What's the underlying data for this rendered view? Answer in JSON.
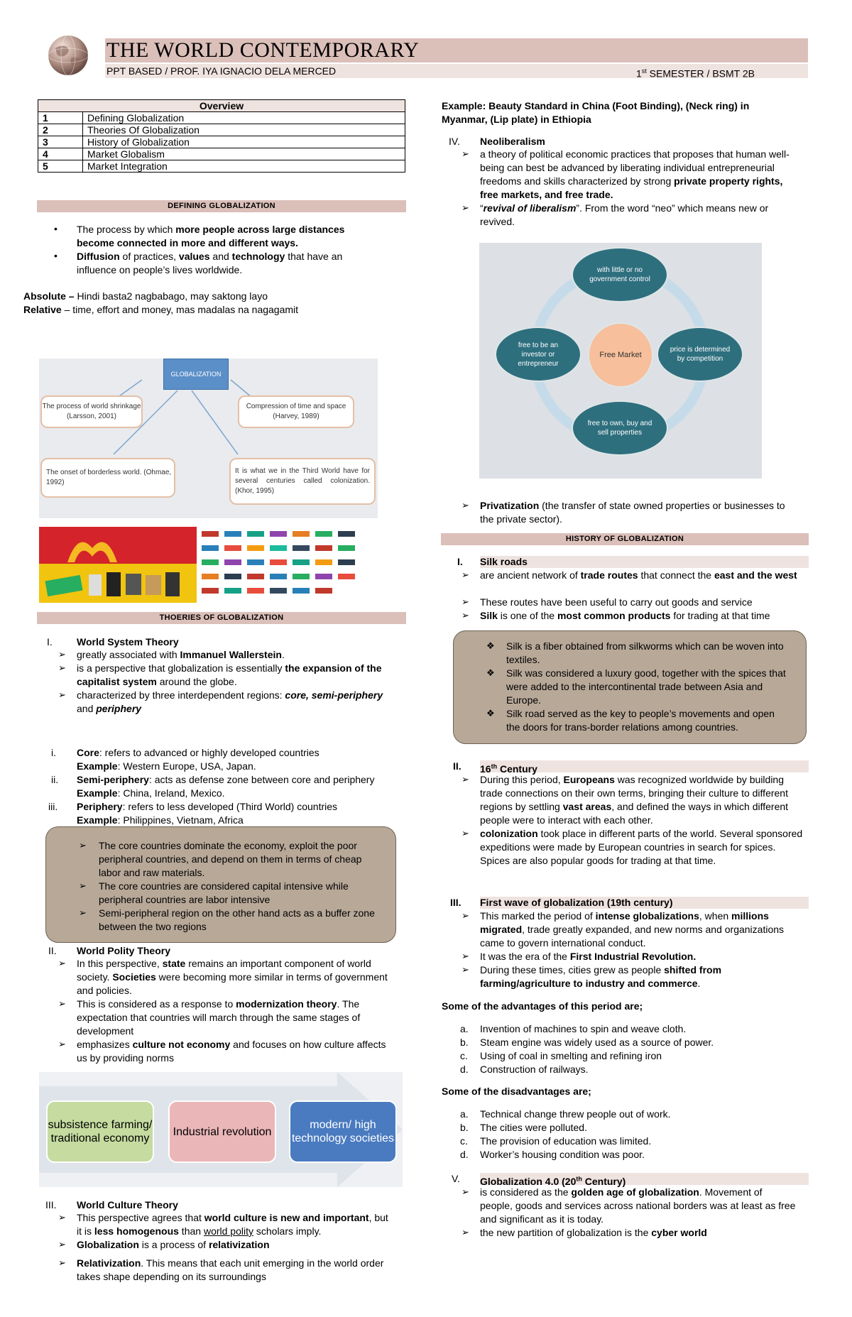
{
  "header": {
    "title": "THE WORLD CONTEMPORARY",
    "left": "PPT BASED / PROF. IYA IGNACIO DELA MERCED",
    "right_pre": "1",
    "right_sup": "st",
    "right_post": " SEMESTER / BSMT 2B"
  },
  "overview": {
    "title": "Overview",
    "rows": [
      [
        "1",
        "Defining Globalization"
      ],
      [
        "2",
        "Theories Of Globalization"
      ],
      [
        "3",
        "History of Globalization"
      ],
      [
        "4",
        "Market Globalism"
      ],
      [
        "5",
        "Market Integration"
      ]
    ]
  },
  "defining": {
    "bar": "DEFINING GLOBALIZATION",
    "b1_pre": "The process by which ",
    "b1_bold": "more people across large distances become connected in more and different ways.",
    "b2_bold1": "Diffusion",
    "b2_t1": " of practices, ",
    "b2_bold2": "values",
    "b2_t2": " and ",
    "b2_bold3": "technology",
    "b2_t3": " that have an influence on people’s lives worldwide.",
    "abs_label": "Absolute –",
    "abs_text": " Hindi basta2 nagbabago, may saktong layo",
    "rel_label": "Relative",
    "rel_text": " – time, effort and money, mas madalas na nagagamit"
  },
  "diagram1": {
    "center": "GLOBALIZATION",
    "n1": "The process of world shrinkage (Larsson, 2001)",
    "n2": "Compression of time and space (Harvey, 1989)",
    "n3": "The onset of borderless world. (Ohmae, 1992)",
    "n4": "It is what we in the Third World have for several centuries called colonization. (Khor, 1995)"
  },
  "theories": {
    "bar": "THOERIES OF GLOBALIZATION",
    "t1_num": "I.",
    "t1_title": "World System Theory",
    "t1_a_pre": "greatly associated with ",
    "t1_a_bold": "Immanuel Wallerstein",
    "t1_a_post": ".",
    "t1_b_pre": "is a perspective that globalization is essentially ",
    "t1_b_bold1": "the expansion of the capitalist system",
    "t1_b_post": " around the globe.",
    "t1_c_pre": "characterized by three interdependent regions: ",
    "t1_c_bi1": "core, semi-periphery",
    "t1_c_mid": " and ",
    "t1_c_bi2": "periphery",
    "r1_num": "i.",
    "r1_bold": "Core",
    "r1_text": ": refers to advanced or highly developed countries",
    "r1_ex_label": "Example",
    "r1_ex": ": Western Europe, USA, Japan.",
    "r2_num": "ii.",
    "r2_bold": "Semi-periphery",
    "r2_text": ":  acts as defense zone between core and periphery",
    "r2_ex_label": "Example",
    "r2_ex": ": China, Ireland, Mexico.",
    "r3_num": "iii.",
    "r3_bold": "Periphery",
    "r3_text": ": refers to less developed (Third World) countries",
    "r3_ex_label": "Example",
    "r3_ex": ": Philippines, Vietnam, Africa",
    "box1": "The core countries dominate the economy, exploit the poor peripheral countries, and depend on them in terms of cheap labor and raw materials.",
    "box2": "The core countries are considered capital intensive while peripheral countries are labor intensive",
    "box3": "Semi-peripheral region on the other hand acts as a buffer zone between the two regions",
    "t2_num": "II.",
    "t2_title": "World Polity Theory",
    "t2_a_pre": "In this perspective, ",
    "t2_a_bold": "state",
    "t2_a_mid": " remains an important component of world society. ",
    "t2_a_bold2": "Societies",
    "t2_a_post": " were becoming more similar in terms of government and policies.",
    "t2_b_pre": "This is considered as a response to ",
    "t2_b_bold": "modernization theory",
    "t2_b_post": ". The expectation that countries will march through the same stages of development",
    "t2_c_pre": "emphasizes ",
    "t2_c_bold": "culture not economy",
    "t2_c_post": " and focuses on how culture affects us by providing norms",
    "p1": "subsistence farming/ traditional economy",
    "p2": "Industrial revolution",
    "p3": "modern/ high technology societies",
    "t3_num": "III.",
    "t3_title": "World Culture Theory",
    "t3_a_pre": "This perspective agrees that ",
    "t3_a_bold": "world culture is new and important",
    "t3_a_mid": ", but it is ",
    "t3_a_bold2": "less homogenous",
    "t3_a_mid2": " than ",
    "t3_a_u": "world polity",
    "t3_a_post": " scholars imply.",
    "t3_b_bold": "Globalization",
    "t3_b_mid": " is a process of ",
    "t3_b_bold2": "relativization",
    "t3_c_bold": "Relativization",
    "t3_c_post": ". This means that each unit emerging in the world order takes shape depending on its surroundings"
  },
  "right": {
    "example": "Example: Beauty Standard in China (Foot Binding), (Neck ring) in Myanmar, (Lip plate) in Ethiopia",
    "iv_num": "IV.",
    "iv_title": "Neoliberalism",
    "iv_a_pre": "a theory of political economic practices that proposes that human well-being can best be advanced by liberating individual entrepreneurial freedoms and skills characterized by strong ",
    "iv_a_bold": "private property rights, free markets, and free trade.",
    "iv_b_q1": "“",
    "iv_b_bi": "revival of liberalism",
    "iv_b_post": "”. From the word “neo”  which means new or revived.",
    "fm_center": "Free Market",
    "fm_top": "with little or no government control",
    "fm_left": "free to be an investor or entrepreneur",
    "fm_right": "price is determined by competition",
    "fm_bottom": "free to own, buy and sell properties",
    "priv_bold": "Privatization",
    "priv_post": " (the transfer of state owned properties or businesses to the private sector).",
    "hist_bar": "HISTORY OF GLOBALIZATION",
    "h1_num": "I.",
    "h1_title": "Silk roads",
    "h1_a_pre": "are ancient network of ",
    "h1_a_bold": "trade routes",
    "h1_a_mid": " that connect the ",
    "h1_a_bold2": "east and the west",
    "h1_b": "These routes have been useful to carry out goods and service",
    "h1_c_bold": "Silk",
    "h1_c_mid": " is one of the ",
    "h1_c_bold2": "most common products",
    "h1_c_post": " for trading at that time",
    "sb1": "Silk is a fiber obtained from silkworms which can be woven into textiles.",
    "sb2": "Silk was considered a luxury good, together with the spices that were added to the intercontinental trade between Asia and Europe.",
    "sb3": "Silk road served as the key to people’s movements and open the doors for trans-border relations among countries.",
    "h2_num": "II.",
    "h2_t1": "16",
    "h2_sup": "th",
    "h2_t2": " Century",
    "h2_a_pre": "During this period, ",
    "h2_a_bold": "Europeans",
    "h2_a_mid": " was recognized worldwide by building trade connections on their own terms, bringing their culture to different regions by settling ",
    "h2_a_bold2": "vast areas",
    "h2_a_post": ", and defined the ways in which different people were to interact with each other.",
    "h2_b_bold": "colonization",
    "h2_b_post": " took place in different parts of the world. Several sponsored expeditions were made by European countries in search for spices. Spices are also popular goods for trading at that time.",
    "h3_num": "III.",
    "h3_title": "First wave of globalization (19th century)",
    "h3_a_pre": "This marked the period of ",
    "h3_a_bold": "intense globalizations",
    "h3_a_mid": ", when ",
    "h3_a_bold2": "millions migrated",
    "h3_a_post": ", trade greatly expanded, and new norms and organizations came to govern international conduct.",
    "h3_b_pre": "It was the era of the ",
    "h3_b_bold": "First Industrial Revolution.",
    "h3_c_pre": "During these times, cities grew as people ",
    "h3_c_bold": "shifted from farming/agriculture to industry and commerce",
    "h3_c_post": ".",
    "adv_title": "Some of the advantages of this period are;",
    "adv": [
      [
        "a.",
        "Invention of machines to spin and weave cloth."
      ],
      [
        "b.",
        "Steam engine was widely used as a source of power."
      ],
      [
        "c.",
        "Using of coal in smelting and refining iron"
      ],
      [
        "d.",
        "Construction of railways."
      ]
    ],
    "dis_title": "Some of the disadvantages are;",
    "dis": [
      [
        "a.",
        "Technical change threw people out of work."
      ],
      [
        "b.",
        "The cities were polluted."
      ],
      [
        "c.",
        "The provision of education was limited."
      ],
      [
        "d.",
        "Worker’s housing condition was poor."
      ]
    ],
    "h5_num": "V.",
    "h5_t1": "Globalization 4.0 (20",
    "h5_sup": "th",
    "h5_t2": " Century)",
    "h5_a_pre": "is considered as the ",
    "h5_a_bold": "golden age of globalization",
    "h5_a_post": ". Movement of people, goods and services across national borders was at least as free and significant as it is today.",
    "h5_b_pre": "the new partition of globalization is the ",
    "h5_b_bold": "cyber world"
  },
  "colors": {
    "title_bar": "#dbbfb9",
    "sub_bar": "#efe3e0",
    "note_box": "#b7a898",
    "teal": "#2e6f7e",
    "peach": "#f7bf9b"
  }
}
